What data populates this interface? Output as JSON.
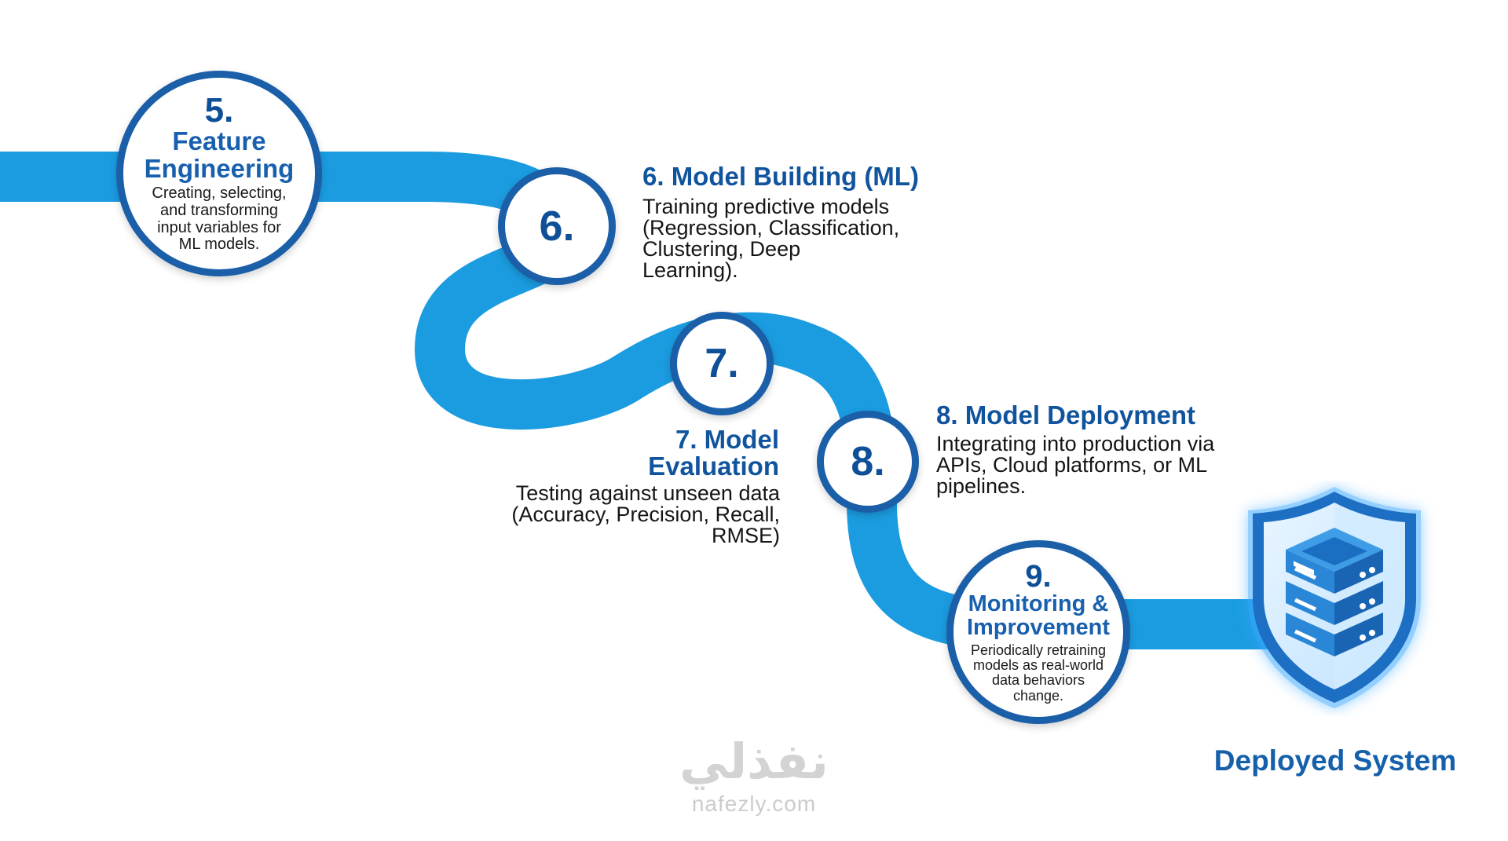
{
  "steps": [
    {
      "number": "5.",
      "title_lines": [
        "Feature",
        "Engineering"
      ],
      "description_lines": [
        "Creating, selecting,",
        "and transforming",
        "input variables for",
        "ML models."
      ]
    },
    {
      "number": "6.",
      "title": "6. Model Building (ML)",
      "description_lines": [
        "Training predictive models",
        "(Regression, Classification,",
        "Clustering, Deep",
        "Learning)."
      ]
    },
    {
      "number": "7.",
      "title_lines": [
        "7. Model",
        "Evaluation"
      ],
      "description_lines": [
        "Testing against unseen data",
        "(Accuracy, Precision, Recall,",
        "RMSE)"
      ]
    },
    {
      "number": "8.",
      "title": "8. Model Deployment",
      "description_lines": [
        "Integrating into production via",
        "APIs, Cloud platforms, or ML",
        "pipelines."
      ]
    },
    {
      "number": "9.",
      "title_lines": [
        "Monitoring &",
        "Improvement"
      ],
      "description_lines": [
        "Periodically retraining",
        "models as real-world",
        "data behaviors",
        "change."
      ]
    }
  ],
  "endpoint": {
    "label": "Deployed System",
    "icon": "shield-server-icon"
  },
  "watermark": {
    "logo_text": "نفذلي",
    "url": "nafezly.com"
  },
  "colors": {
    "road": "#1b9ce0",
    "node_border": "#1a5fa8",
    "title": "#11549e",
    "shield_glow": "#3aa8ff"
  }
}
